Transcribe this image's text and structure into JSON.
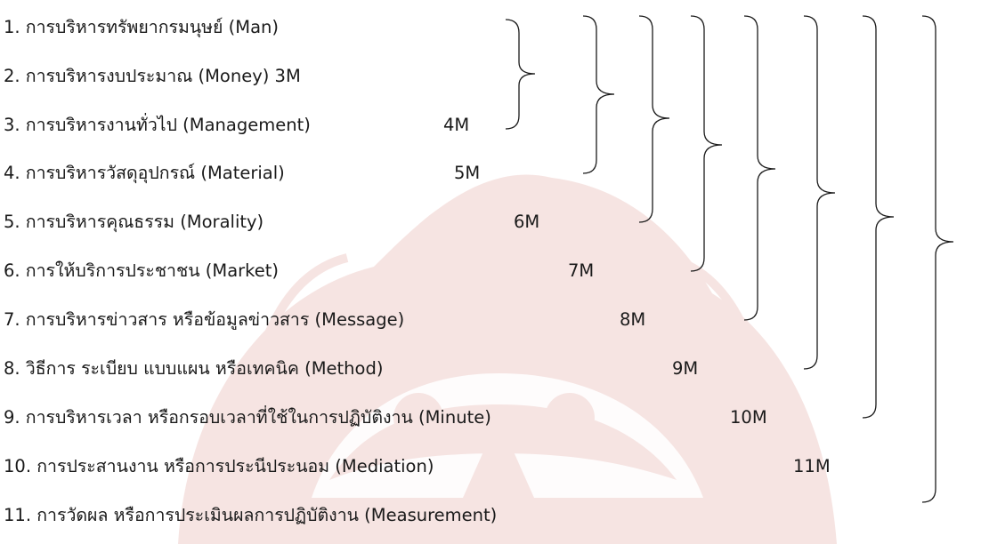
{
  "items": [
    "1. การบริหารทรัพยากรมนุษย์ (Man)",
    "2. การบริหารงบประมาณ (Money) 3M",
    "3. การบริหารงานทั่วไป (Management)",
    "4. การบริหารวัสดุอุปกรณ์ (Material)",
    "5. การบริหารคุณธรรม (Morality)",
    "6. การให้บริการประชาชน (Market)",
    "7. การบริหารข่าวสาร หรือข้อมูลข่าวสาร (Message)",
    "8. วิธีการ ระเบียบ แบบแผน หรือเทคนิค (Method)",
    "9. การบริหารเวลา หรือกรอบเวลาที่ใช้ในการปฏิบัติงาน (Minute)",
    "10. การประสานงาน หรือการประนีประนอม (Mediation)",
    "11. การวัดผล หรือการประเมินผลการปฏิบัติงาน (Measurement)"
  ],
  "m_labels": [
    "4M",
    "5M",
    "6M",
    "7M",
    "8M",
    "9M",
    "10M",
    "11M"
  ],
  "colors": {
    "text": "#1a1a1a",
    "watermark": "#c0392b",
    "background": "#ffffff"
  }
}
